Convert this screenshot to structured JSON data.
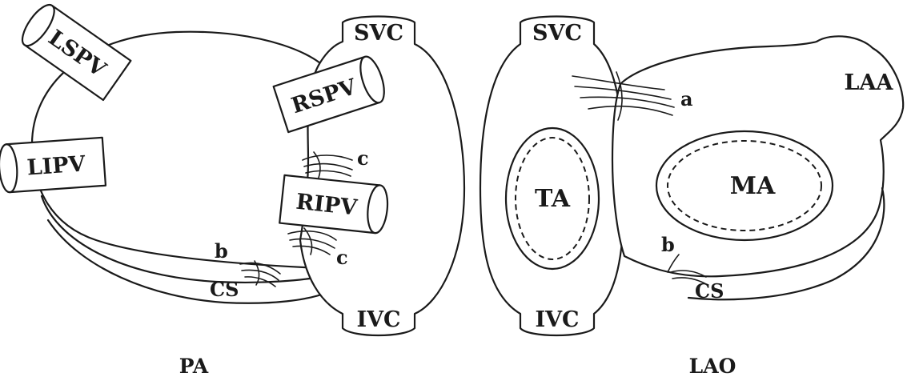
{
  "pa_view": {
    "title": "PA",
    "veins": {
      "lspv": "LSPV",
      "rspv": "RSPV",
      "lipv": "LIPV",
      "ripv": "RIPV"
    },
    "svc": "SVC",
    "ivc": "IVC",
    "cs": "CS",
    "markers": {
      "b": "b",
      "c_upper": "c",
      "c_lower": "c"
    }
  },
  "lao_view": {
    "title": "LAO",
    "svc": "SVC",
    "ivc": "IVC",
    "ta": "TA",
    "ma": "MA",
    "laa": "LAA",
    "cs": "CS",
    "markers": {
      "a": "a",
      "b": "b"
    }
  }
}
